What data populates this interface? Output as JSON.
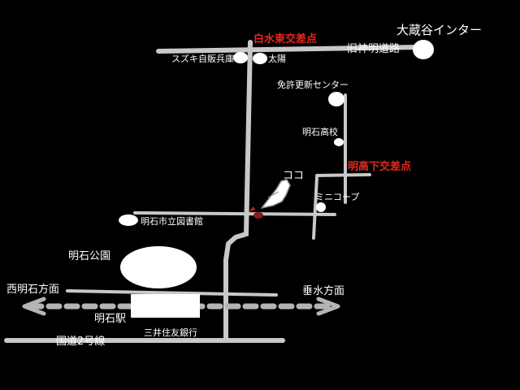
{
  "colors": {
    "background": "#000000",
    "road": "#c8c8c8",
    "railway": "#b4b4b4",
    "landmark": "#ffffff",
    "label": "#ffffff",
    "intersection": "#e8281e",
    "marker": "#8b1a1a"
  },
  "labels": {
    "ohkuradani_ic": "大蔵谷インター",
    "kyu_jinmei": "旧神明道路",
    "shiromizu_higashi": "白水東交差点",
    "suzuki": "スズキ自販兵庫",
    "taiyo": "太陽",
    "menkyo_center": "免許更新センター",
    "akashi_koko": "明石高校",
    "meiko_shita": "明高下交差点",
    "koko": "ココ",
    "mini_coop": "ミニコープ",
    "library": "明石市立図書館",
    "akashi_park": "明石公園",
    "nishi_akashi": "西明石方面",
    "tarumi": "垂水方面",
    "akashi_station": "明石駅",
    "smbc": "三井住友銀行",
    "route2": "国道2号線"
  },
  "icons": {
    "pointer": "pointing-hand-icon",
    "arrow_left": "arrow-left-icon",
    "arrow_right": "arrow-right-icon"
  }
}
